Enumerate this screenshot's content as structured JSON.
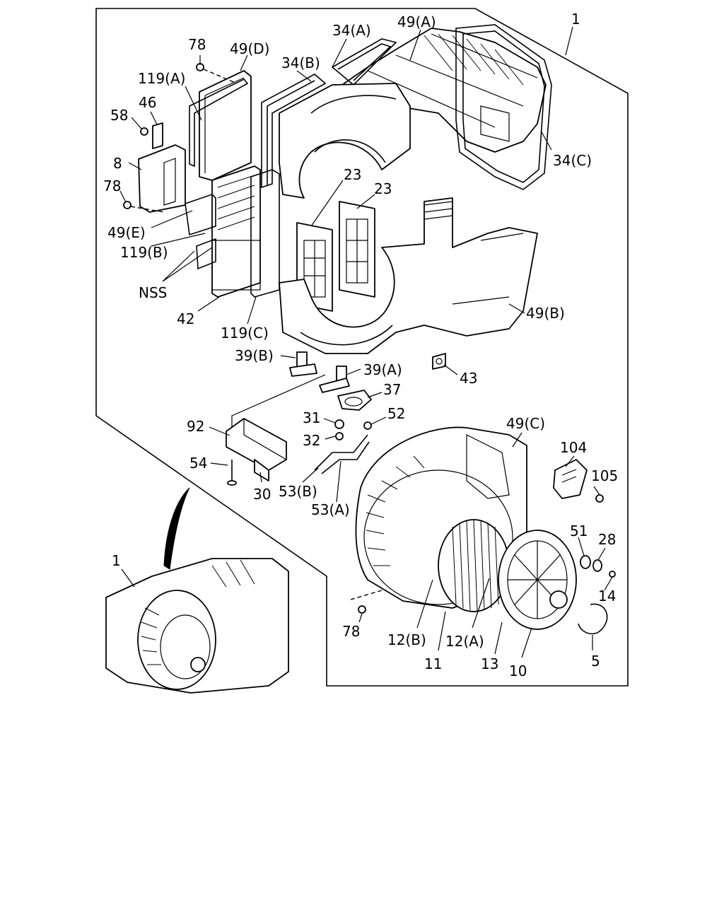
{
  "labels": {
    "l1_top": "1",
    "l49a": "49(A)",
    "l34a": "34(A)",
    "l78_top": "78",
    "l49d": "49(D)",
    "l34b": "34(B)",
    "l119a": "119(A)",
    "l46": "46",
    "l58": "58",
    "l8": "8",
    "l78_mid": "78",
    "l49e": "49(E)",
    "l119b": "119(B)",
    "lnss": "NSS",
    "l42": "42",
    "l119c": "119(C)",
    "l23_left": "23",
    "l23_right": "23",
    "l34c": "34(C)",
    "l49b": "49(B)",
    "l39b": "39(B)",
    "l39a": "39(A)",
    "l43": "43",
    "l37": "37",
    "l92": "92",
    "l31": "31",
    "l52": "52",
    "l32": "32",
    "l54": "54",
    "l30": "30",
    "l53b": "53(B)",
    "l53a": "53(A)",
    "l49c": "49(C)",
    "l104": "104",
    "l105": "105",
    "l51": "51",
    "l28": "28",
    "l14": "14",
    "l1_bottom": "1",
    "l78_bottom": "78",
    "l12b": "12(B)",
    "l12a": "12(A)",
    "l11": "11",
    "l13": "13",
    "l10": "10",
    "l5": "5"
  }
}
